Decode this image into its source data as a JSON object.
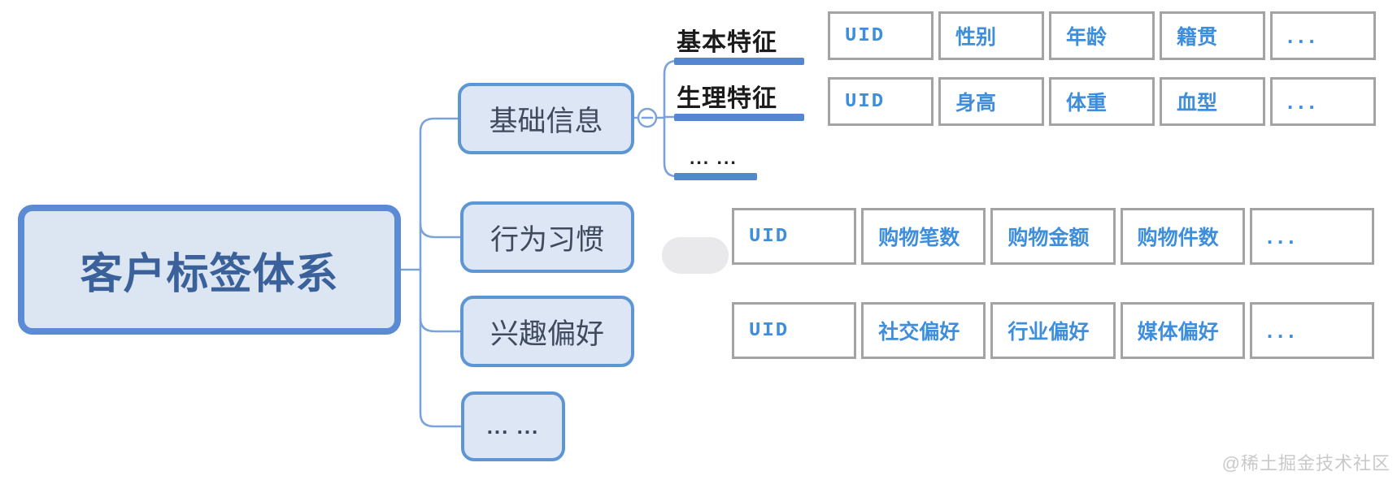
{
  "diagram": {
    "root": {
      "label": "客户标签体系"
    },
    "branches": {
      "basic": {
        "label": "基础信息"
      },
      "behavior": {
        "label": "行为习惯"
      },
      "interest": {
        "label": "兴趣偏好"
      },
      "more": {
        "label": "... ..."
      }
    },
    "sub_branches": {
      "basic_features": {
        "label": "基本特征"
      },
      "physio_features": {
        "label": "生理特征"
      },
      "more": {
        "label": "... ..."
      }
    },
    "collapse_icon": "minus"
  },
  "tables": [
    {
      "id": "basic-features",
      "cells": [
        "UID",
        "性别",
        "年龄",
        "籍贯",
        "..."
      ]
    },
    {
      "id": "physiology-features",
      "cells": [
        "UID",
        "身高",
        "体重",
        "血型",
        "..."
      ]
    },
    {
      "id": "shopping-behavior",
      "cells": [
        "UID",
        "购物笔数",
        "购物金额",
        "购物件数",
        "..."
      ]
    },
    {
      "id": "interest-preference",
      "cells": [
        "UID",
        "社交偏好",
        "行业偏好",
        "媒体偏好",
        "..."
      ]
    }
  ],
  "watermark": "@稀土掘金技术社区",
  "colors": {
    "root_border": "#5b8bd4",
    "root_fill": "#dce5f2",
    "root_text": "#3b619b",
    "branch_border": "#5e96d4",
    "branch_fill": "#dce6f4",
    "branch_text": "#3f4a5e",
    "connector_line": "#7ba3d9",
    "thick_bar": "#5586d0",
    "table_border": "#a3a3a3",
    "table_text": "#3e8edc",
    "sub_label_text": "#1b1b1b",
    "pill_fill": "#e9e9eb",
    "watermark_text": "#c9c9c9"
  }
}
